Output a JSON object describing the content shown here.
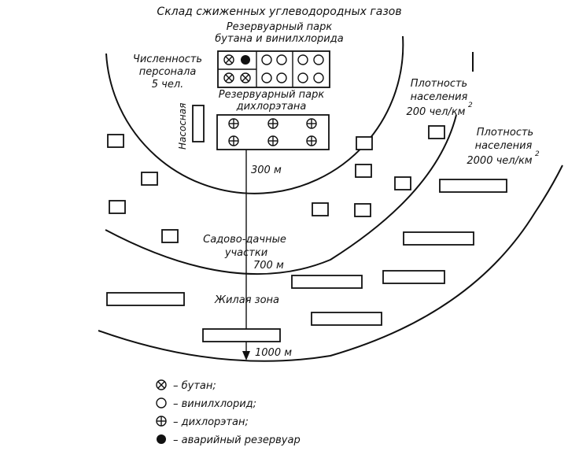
{
  "title": "Склад сжиженных углеводородных газов",
  "zones": {
    "staff_line1": "Численность",
    "staff_line2": "персонала",
    "staff_line3": "5 чел.",
    "park1_line1": "Резервуарный парк",
    "park1_line2": "бутана и винилхлорида",
    "park2_line1": "Резервуарный парк",
    "park2_line2": "дихлорэтана",
    "pump": "Насосная",
    "density1_line1": "Плотность",
    "density1_line2": "населения",
    "density1_value": "200 чел/км",
    "density1_sup": "2",
    "density2_line1": "Плотность",
    "density2_line2": "населения",
    "density2_value": "2000 чел/км",
    "density2_sup": "2",
    "garden_line1": "Садово-дачные",
    "garden_line2": "участки",
    "residential": "Жилая зона",
    "r300": "300 м",
    "r700": "700 м",
    "r1000": "1000 м"
  },
  "legend": {
    "butane": "– бутан;",
    "vinyl": "– винилхлорид;",
    "dichloro": "– дихлорэтан;",
    "emergency": "– аварийный резервуар"
  }
}
